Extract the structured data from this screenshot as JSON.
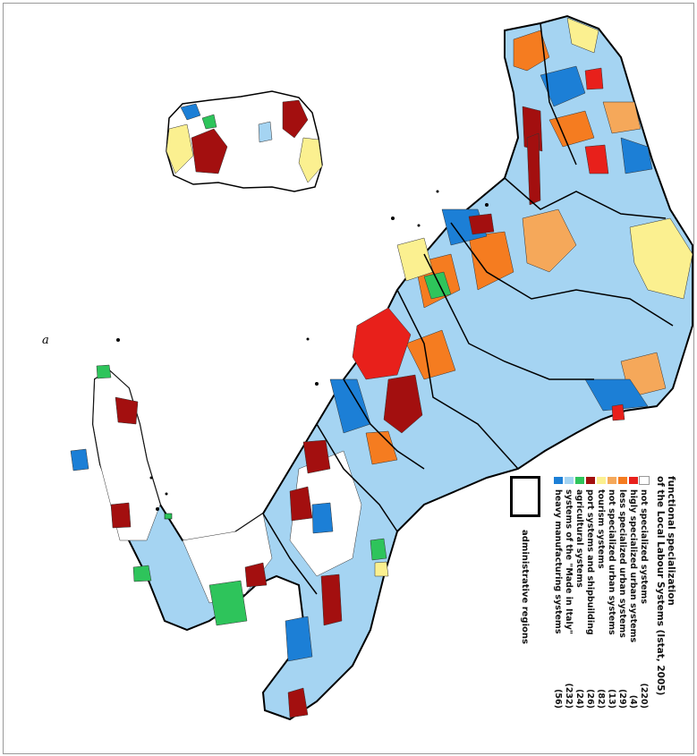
{
  "legend": {
    "title_line1": "functional specialization",
    "title_line2": "of the Local Labour Systems (Istat, 2005)",
    "items": [
      {
        "label": "not specialized systems",
        "count": "(220)",
        "color": "#ffffff"
      },
      {
        "label": "higly specialized urban systems",
        "count": "(4)",
        "color": "#e8201b"
      },
      {
        "label": "less specialized urban systems",
        "count": "(29)",
        "color": "#f57c20"
      },
      {
        "label": "not specialized urban systems",
        "count": "(13)",
        "color": "#f5a85a"
      },
      {
        "label": "tourism systems",
        "count": "(82)",
        "color": "#fbf090"
      },
      {
        "label": "port systems and shipbuilding",
        "count": "(26)",
        "color": "#a30f0f"
      },
      {
        "label": "agricultural systems",
        "count": "(24)",
        "color": "#2ec45b"
      },
      {
        "label": "systems of the \"Made in Italy\"",
        "count": "(232)",
        "color": "#a5d4f2"
      },
      {
        "label": "heavy manufacturing systems",
        "count": "(56)",
        "color": "#1c7fd6"
      }
    ],
    "admin_label": "administrative regions"
  },
  "map_label": "a"
}
